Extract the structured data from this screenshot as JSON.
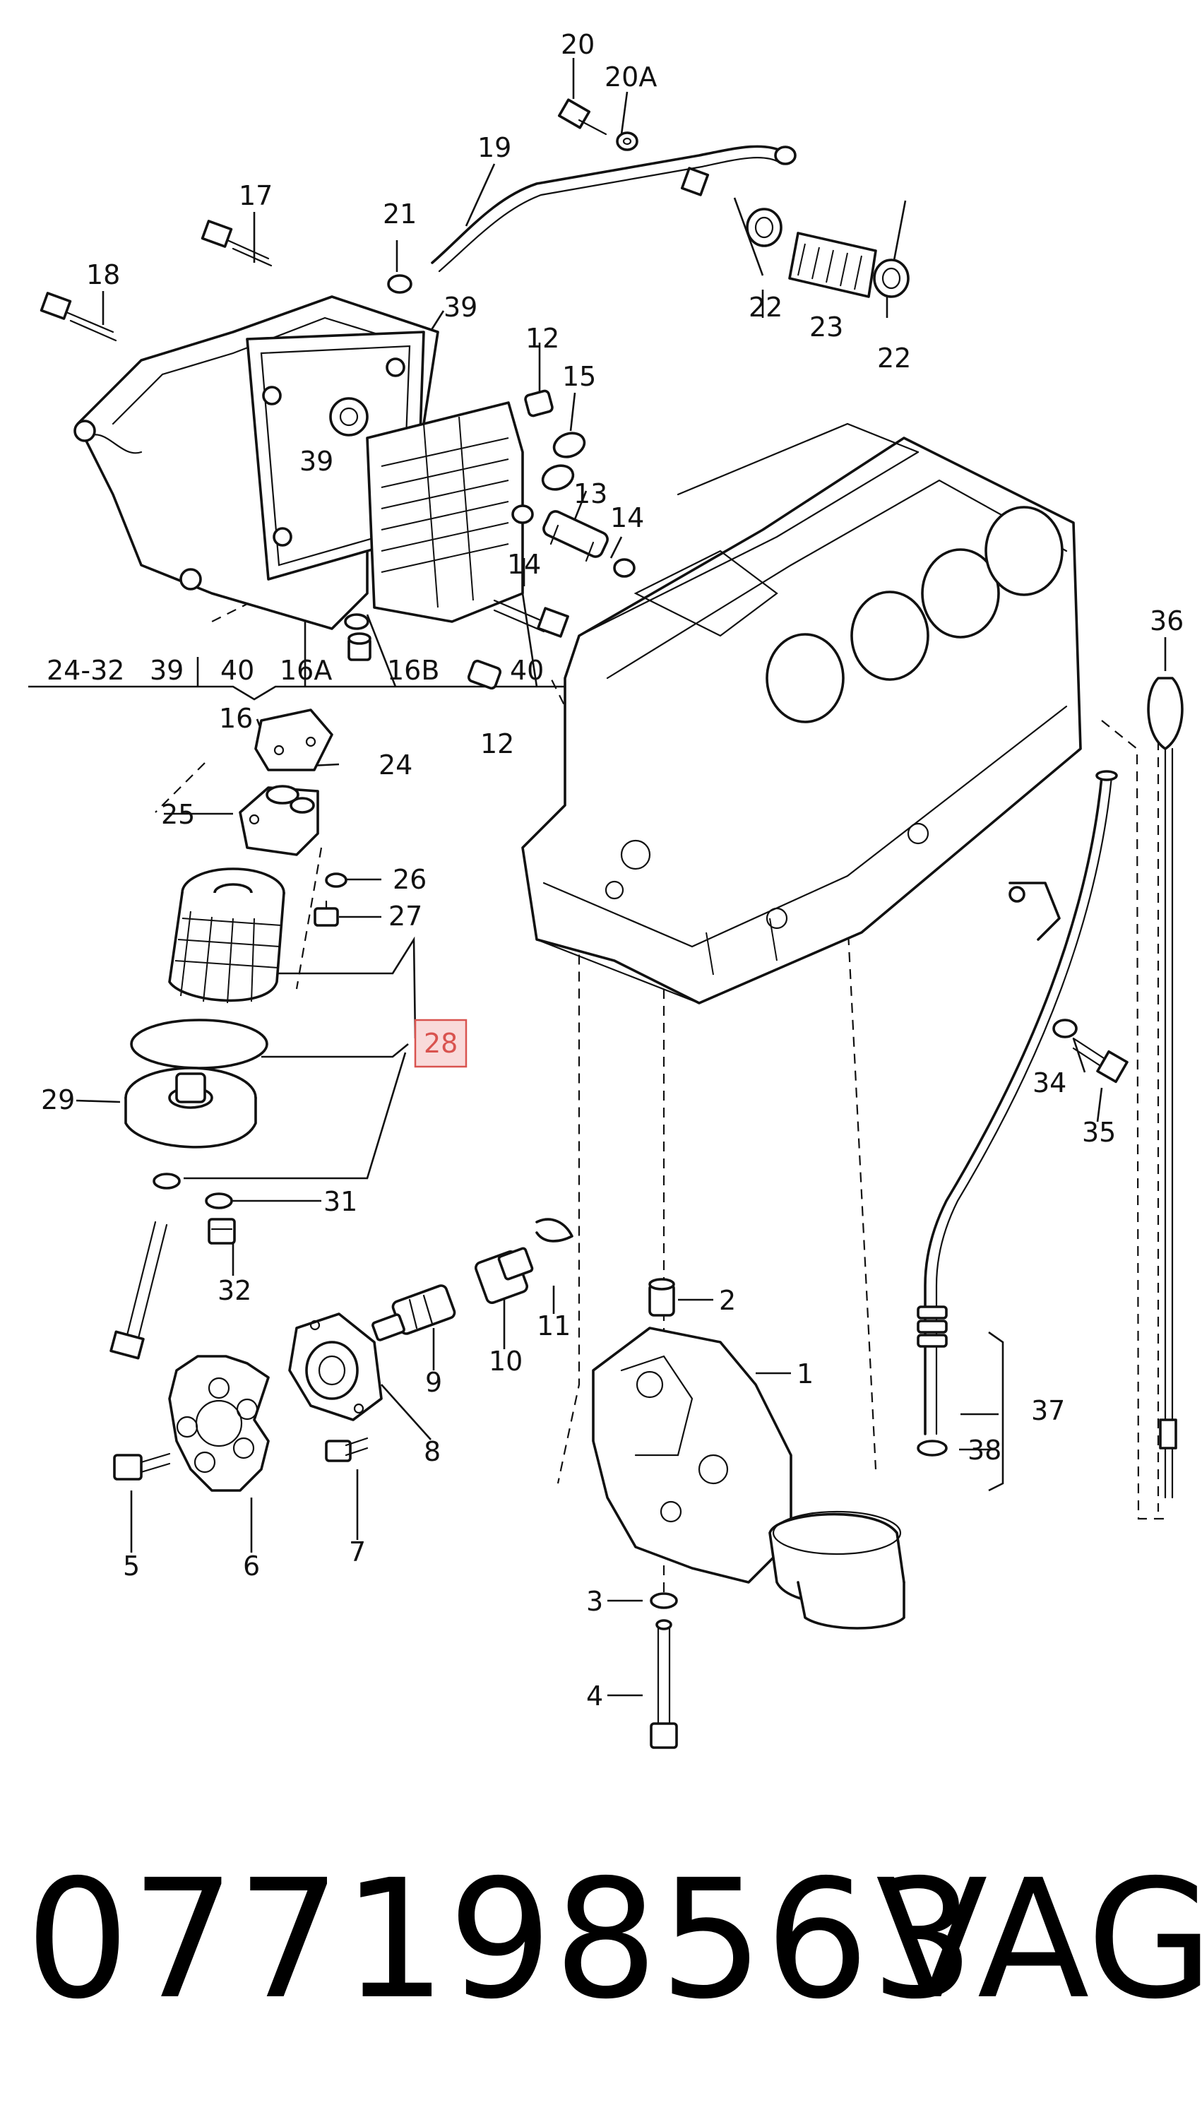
{
  "diagram": {
    "highlight_color": "#d9534f",
    "highlight_fill": "#f9dada",
    "callouts": [
      {
        "id": "c20",
        "text": "20"
      },
      {
        "id": "c20a",
        "text": "20A"
      },
      {
        "id": "c19",
        "text": "19"
      },
      {
        "id": "c17",
        "text": "17"
      },
      {
        "id": "c21",
        "text": "21"
      },
      {
        "id": "c18",
        "text": "18"
      },
      {
        "id": "c39a",
        "text": "39"
      },
      {
        "id": "c12a",
        "text": "12"
      },
      {
        "id": "c15",
        "text": "15"
      },
      {
        "id": "c22a",
        "text": "22"
      },
      {
        "id": "c23",
        "text": "23"
      },
      {
        "id": "c22b",
        "text": "22"
      },
      {
        "id": "c39b",
        "text": "39"
      },
      {
        "id": "c13",
        "text": "13"
      },
      {
        "id": "c14a",
        "text": "14"
      },
      {
        "id": "c14b",
        "text": "14"
      },
      {
        "id": "c24-32",
        "text": "24-32"
      },
      {
        "id": "c39c",
        "text": "39"
      },
      {
        "id": "c40a",
        "text": "40"
      },
      {
        "id": "c16a",
        "text": "16A"
      },
      {
        "id": "c16b",
        "text": "16B"
      },
      {
        "id": "c40b",
        "text": "40"
      },
      {
        "id": "c36",
        "text": "36"
      },
      {
        "id": "c16",
        "text": "16"
      },
      {
        "id": "c12b",
        "text": "12"
      },
      {
        "id": "c24",
        "text": "24"
      },
      {
        "id": "c25",
        "text": "25"
      },
      {
        "id": "c26",
        "text": "26"
      },
      {
        "id": "c27",
        "text": "27"
      },
      {
        "id": "c28",
        "text": "28"
      },
      {
        "id": "c29",
        "text": "29"
      },
      {
        "id": "c34",
        "text": "34"
      },
      {
        "id": "c35",
        "text": "35"
      },
      {
        "id": "c31",
        "text": "31"
      },
      {
        "id": "c32",
        "text": "32"
      },
      {
        "id": "c2",
        "text": "2"
      },
      {
        "id": "c11",
        "text": "11"
      },
      {
        "id": "c10",
        "text": "10"
      },
      {
        "id": "c9",
        "text": "9"
      },
      {
        "id": "c1",
        "text": "1"
      },
      {
        "id": "c37",
        "text": "37"
      },
      {
        "id": "c8",
        "text": "8"
      },
      {
        "id": "c38",
        "text": "38"
      },
      {
        "id": "c7",
        "text": "7"
      },
      {
        "id": "c5",
        "text": "5"
      },
      {
        "id": "c6",
        "text": "6"
      },
      {
        "id": "c3",
        "text": "3"
      },
      {
        "id": "c4",
        "text": "4"
      }
    ]
  },
  "footer": {
    "part_number": "077198563",
    "brand": "VAG"
  }
}
